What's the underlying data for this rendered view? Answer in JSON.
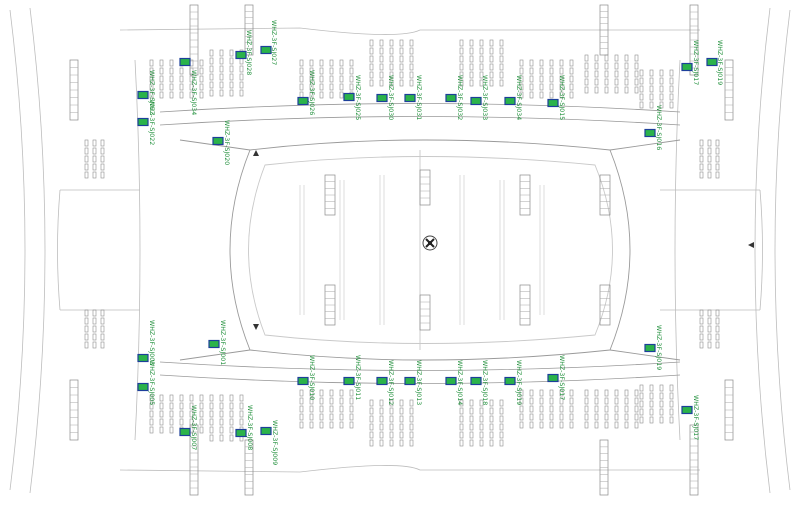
{
  "colors": {
    "line": "#9a9a9a",
    "line_light": "#c9c9c9",
    "label": "#1f8f3a",
    "marker_fill": "#2bb34a",
    "marker_dark": "#1d3f9a"
  },
  "icons": [
    "compass-icon",
    "north-arrow-icon"
  ],
  "markers": [
    {
      "id": "m01",
      "label": "WHZ-3F-SJ034"
    },
    {
      "id": "m02",
      "label": "WHZ-3F-SJ028"
    },
    {
      "id": "m03",
      "label": "WHZ-3F-SJ027"
    },
    {
      "id": "m04",
      "label": "WHZ-3F-SJ023"
    },
    {
      "id": "m05",
      "label": "WHZ-3F-SJ022"
    },
    {
      "id": "m06",
      "label": "WHZ-3F-SJ020"
    },
    {
      "id": "m07",
      "label": "WHZ-3F-SJ026"
    },
    {
      "id": "m08",
      "label": "WHZ-3F-SJ025"
    },
    {
      "id": "m09",
      "label": "WHZ-3F-SJ030"
    },
    {
      "id": "m10",
      "label": "WHZ-3F-SJ031"
    },
    {
      "id": "m11",
      "label": "WHZ-3F-SJ032"
    },
    {
      "id": "m12",
      "label": "WHZ-3F-SJ033"
    },
    {
      "id": "m13",
      "label": "WHZ-3F-SJ034"
    },
    {
      "id": "m14",
      "label": "WHZ-3F-SJ015"
    },
    {
      "id": "m15",
      "label": "WHZ-3F-SJ016"
    },
    {
      "id": "m16",
      "label": "WHZ-3F-SJ017"
    },
    {
      "id": "m17",
      "label": "WHZ-3F-SJ019"
    },
    {
      "id": "m18",
      "label": "WHZ-3F-SJ001"
    },
    {
      "id": "m19",
      "label": "WHZ-3F-SJ003"
    },
    {
      "id": "m20",
      "label": "WHZ-3F-SJ005"
    },
    {
      "id": "m21",
      "label": "WHZ-3F-SJ007"
    },
    {
      "id": "m22",
      "label": "WHZ-3F-SJ008"
    },
    {
      "id": "m23",
      "label": "WHZ-3F-SJ009"
    },
    {
      "id": "m24",
      "label": "WHZ-3F-SJ010"
    },
    {
      "id": "m25",
      "label": "WHZ-3F-SJ011"
    },
    {
      "id": "m26",
      "label": "WHZ-3F-SJ012"
    },
    {
      "id": "m27",
      "label": "WHZ-3F-SJ013"
    },
    {
      "id": "m28",
      "label": "WHZ-3F-SJ014"
    },
    {
      "id": "m29",
      "label": "WHZ-3F-SJ018"
    },
    {
      "id": "m30",
      "label": "WHZ-3F-SJ019"
    },
    {
      "id": "m31",
      "label": "WHZ-3F-SJ017"
    }
  ]
}
